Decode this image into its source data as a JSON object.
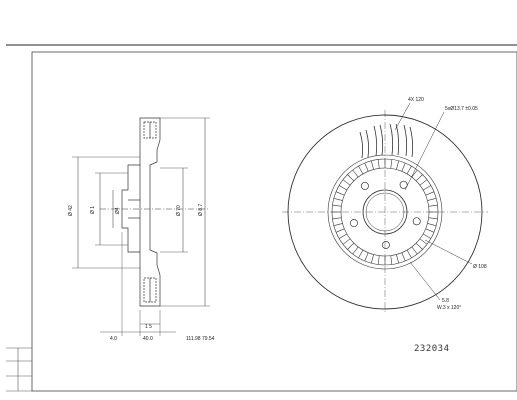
{
  "drawing": {
    "part_number": "232034",
    "section_view": {
      "dims": {
        "outer_diameter": "Ø 42",
        "hub_diameter": "Ø 1",
        "bore_diameter": "Ø4",
        "hat_diameter": "Ø 70",
        "rotor_diameter": "Ø 8.7",
        "hat_height": "4.0",
        "thickness": "40.0",
        "bottom_dim": "1 5",
        "min_thickness": "111.98 79.54"
      }
    },
    "front_view": {
      "labels": {
        "vane_count": "4X 120",
        "bolt_holes": "5xØ13.7 ±0.05",
        "bolt_circle": "Ø 108",
        "note_line1": "5.8",
        "note_line2": "W.3 x 120°"
      }
    }
  }
}
